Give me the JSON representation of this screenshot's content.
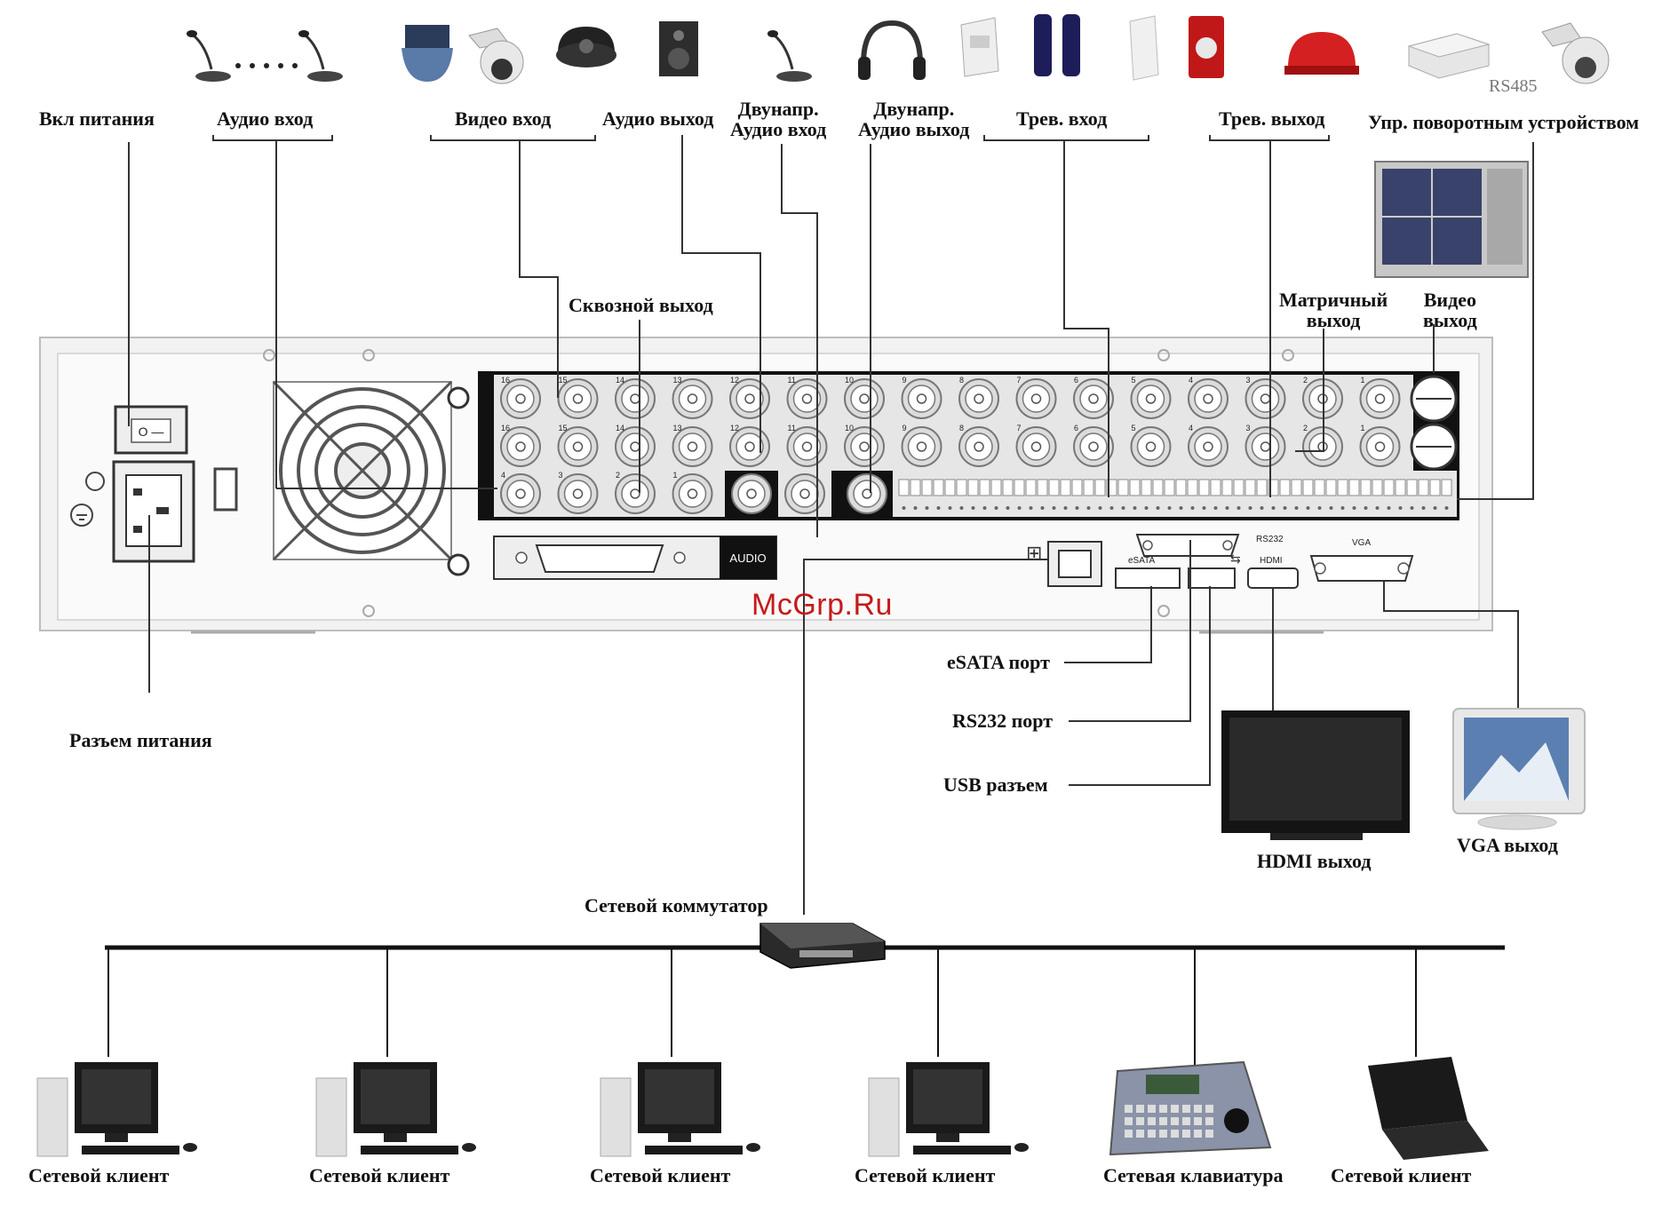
{
  "labels": {
    "power_switch": "Вкл питания",
    "audio_in": "Аудио вход",
    "video_in": "Видео вход",
    "audio_out": "Аудио выход",
    "bidir_audio_in": "Двунапр.\nАудио вход",
    "bidir_audio_out": "Двунапр.\nАудио выход",
    "alarm_in": "Трев. вход",
    "alarm_out": "Трев. выход",
    "ptz_control": "Упр. поворотным устройством",
    "rs485": "RS485",
    "loop_out": "Сквозной выход",
    "matrix_out": "Матричный\nвыход",
    "video_out": "Видео\nвыход",
    "power_connector": "Разъем питания",
    "esata_port": "eSATA порт",
    "rs232_port": "RS232 порт",
    "usb_port": "USB разъем",
    "hdmi_out": "HDMI выход",
    "vga_out": "VGA выход",
    "network_switch": "Сетевой коммутатор",
    "watermark": "McGrp.Ru"
  },
  "panel_labels": {
    "audio": "AUDIO",
    "esata": "eSATA",
    "rs232": "RS232",
    "hdmi": "HDMI",
    "vga": "VGA"
  },
  "clients": [
    {
      "label": "Сетевой клиент",
      "kind": "pc"
    },
    {
      "label": "Сетевой клиент",
      "kind": "pc"
    },
    {
      "label": "Сетевой клиент",
      "kind": "pc"
    },
    {
      "label": "Сетевой клиент",
      "kind": "pc"
    },
    {
      "label": "Сетевая клавиатура",
      "kind": "keyboard"
    },
    {
      "label": "Сетевой клиент",
      "kind": "laptop"
    }
  ],
  "top_devices": [
    "microphone-icon",
    "microphone-icon",
    "speed-dome-icon",
    "ptz-camera-icon",
    "dome-camera-icon",
    "speaker-icon",
    "microphone-icon",
    "headphones-icon",
    "pir-sensor-icon",
    "smoke-detector-icon",
    "glass-break-sensor-icon",
    "siren-icon",
    "alarm-light-icon",
    "decoder-box-icon",
    "ptz-camera-icon"
  ],
  "channel_numbers": [
    "16",
    "15",
    "14",
    "13",
    "12",
    "11",
    "10",
    "9",
    "8",
    "7",
    "6",
    "5",
    "4",
    "3",
    "2",
    "1"
  ],
  "audio_channel_numbers": [
    "4",
    "3",
    "2",
    "1"
  ],
  "colors": {
    "line": "#333333",
    "panel": "#dcdcdc",
    "panel_dark": "#111111",
    "bnc": "#cfcfcf",
    "watermark": "#c41a1a"
  }
}
